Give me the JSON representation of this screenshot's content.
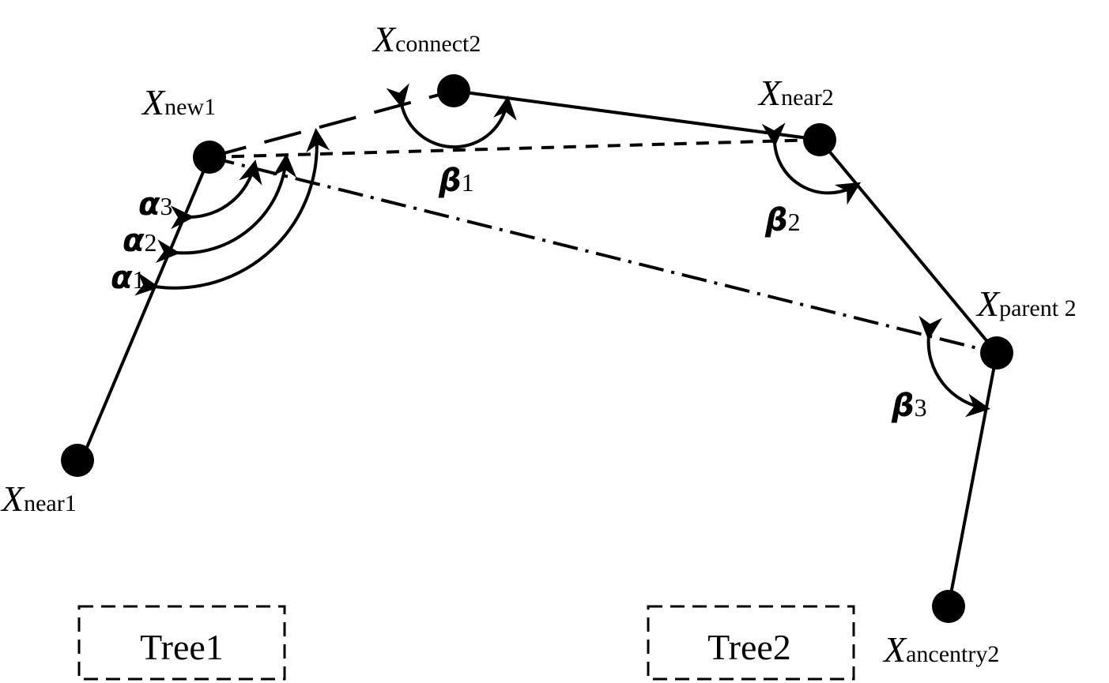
{
  "nodes": {
    "near1": {
      "letter": "X",
      "sub": "near1"
    },
    "new1": {
      "letter": "X",
      "sub": "new1"
    },
    "connect2": {
      "letter": "X",
      "sub": "connect2"
    },
    "near2": {
      "letter": "X",
      "sub": "near2"
    },
    "parent2": {
      "letter": "X",
      "sub": "parent 2"
    },
    "ancentry2": {
      "letter": "X",
      "sub": "ancentry2"
    }
  },
  "angles": {
    "alpha1": {
      "symbol": "α",
      "sub": "1"
    },
    "alpha2": {
      "symbol": "α",
      "sub": "2"
    },
    "alpha3": {
      "symbol": "α",
      "sub": "3"
    },
    "beta1": {
      "symbol": "β",
      "sub": "1"
    },
    "beta2": {
      "symbol": "β",
      "sub": "2"
    },
    "beta3": {
      "symbol": "β",
      "sub": "3"
    }
  },
  "trees": {
    "tree1": "Tree1",
    "tree2": "Tree2"
  },
  "colors": {
    "ink": "#000000",
    "background": "#ffffff"
  }
}
